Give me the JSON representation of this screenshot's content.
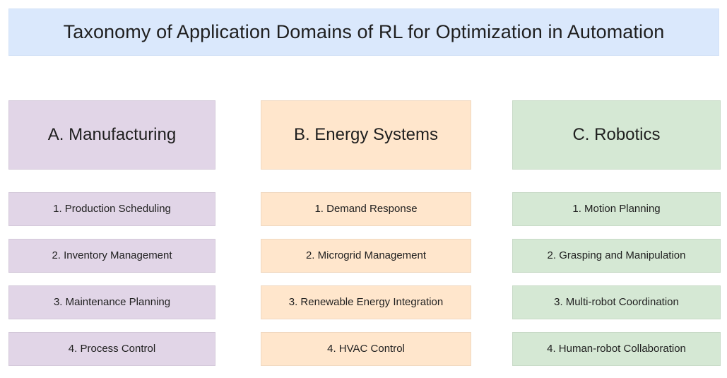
{
  "diagram": {
    "title": "Taxonomy of Application Domains of RL for Optimization in Automation",
    "colors": {
      "title_bg": "#dae8fc",
      "manufacturing_bg": "#e1d5e7",
      "energy_bg": "#ffe6cc",
      "robotics_bg": "#d5e8d4",
      "text": "#1f1f1f",
      "page_bg": "#ffffff"
    },
    "columns": [
      {
        "id": "manufacturing",
        "header": "A. Manufacturing",
        "color": "#e1d5e7",
        "items": [
          "1. Production Scheduling",
          "2. Inventory Management",
          "3. Maintenance Planning",
          "4. Process Control"
        ]
      },
      {
        "id": "energy-systems",
        "header": "B. Energy Systems",
        "color": "#ffe6cc",
        "items": [
          "1. Demand Response",
          "2. Microgrid Management",
          "3. Renewable Energy Integration",
          "4. HVAC Control"
        ]
      },
      {
        "id": "robotics",
        "header": "C. Robotics",
        "color": "#d5e8d4",
        "items": [
          "1. Motion Planning",
          "2. Grasping and Manipulation",
          "3. Multi-robot Coordination",
          "4. Human-robot Collaboration"
        ]
      }
    ]
  }
}
